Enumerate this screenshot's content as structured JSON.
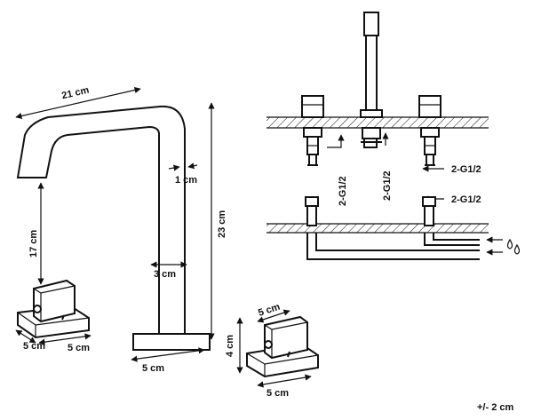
{
  "dimensions": {
    "spout_length": "21 cm",
    "spout_thickness": "1 cm",
    "total_height": "23 cm",
    "spout_clearance": "17 cm",
    "column_width": "3 cm",
    "base_width": "5 cm",
    "handle_base_depth_left": "5 cm",
    "handle_base_width_left": "5 cm",
    "handle_top_width": "5 cm",
    "handle_height": "4 cm",
    "handle_base_width_right": "5 cm"
  },
  "installation": {
    "connection_left": "2-G1/2",
    "connection_center": "2-G1/2",
    "connection_right_top": "2-G1/2",
    "connection_right_bottom": "2-G1/2",
    "water_icon": "water-drops-icon"
  },
  "tolerance": "+/- 2 cm"
}
